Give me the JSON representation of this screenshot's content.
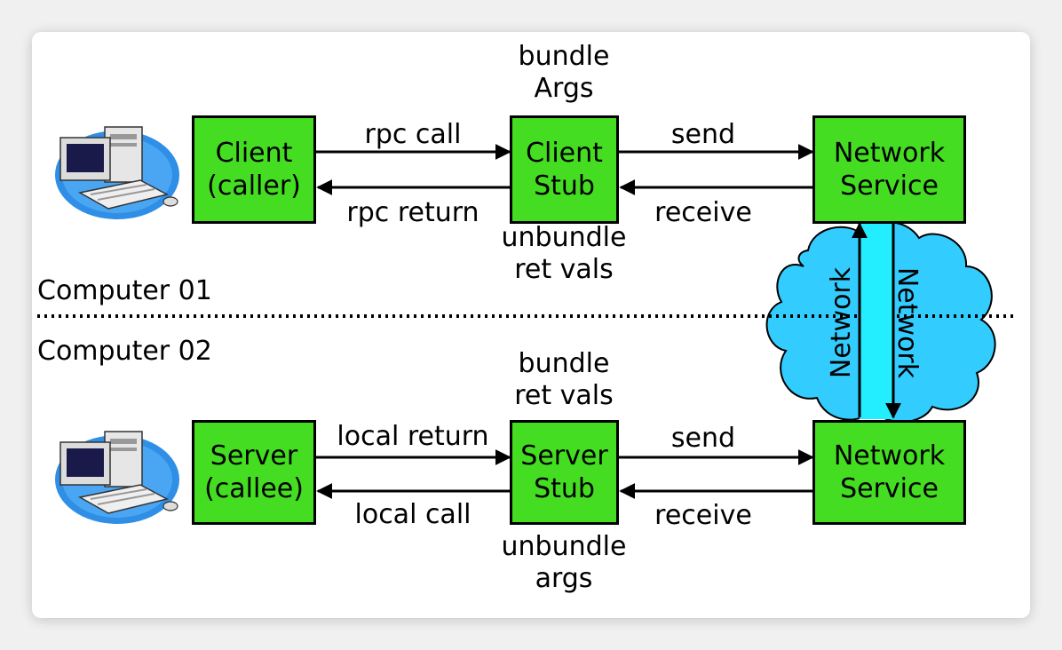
{
  "colors": {
    "box_fill": "#44dd22",
    "cloud_fill": "#33ccff",
    "network_link": "#22eeff"
  },
  "top": {
    "client_box": {
      "line1": "Client",
      "line2": "(caller)"
    },
    "stub_box": {
      "line1": "Client",
      "line2": "Stub"
    },
    "network_box": {
      "line1": "Network",
      "line2": "Service"
    },
    "arrow_rpc_call": "rpc call",
    "arrow_rpc_return": "rpc return",
    "arrow_send": "send",
    "arrow_receive": "receive",
    "stub_above": {
      "line1": "bundle",
      "line2": "Args"
    },
    "stub_below": {
      "line1": "unbundle",
      "line2": "ret vals"
    }
  },
  "computer1_label": "Computer 01",
  "computer2_label": "Computer 02",
  "bottom": {
    "server_box": {
      "line1": "Server",
      "line2": "(callee)"
    },
    "stub_box": {
      "line1": "Server",
      "line2": "Stub"
    },
    "network_box": {
      "line1": "Network",
      "line2": "Service"
    },
    "arrow_local_return": "local return",
    "arrow_local_call": "local call",
    "arrow_send": "send",
    "arrow_receive": "receive",
    "stub_above": {
      "line1": "bundle",
      "line2": "ret vals"
    },
    "stub_below": {
      "line1": "unbundle",
      "line2": "args"
    }
  },
  "network_labels": {
    "left": "Network",
    "right": "Network"
  },
  "icons": {
    "top_computer": "desktop-computer-icon",
    "bottom_computer": "desktop-computer-icon"
  }
}
